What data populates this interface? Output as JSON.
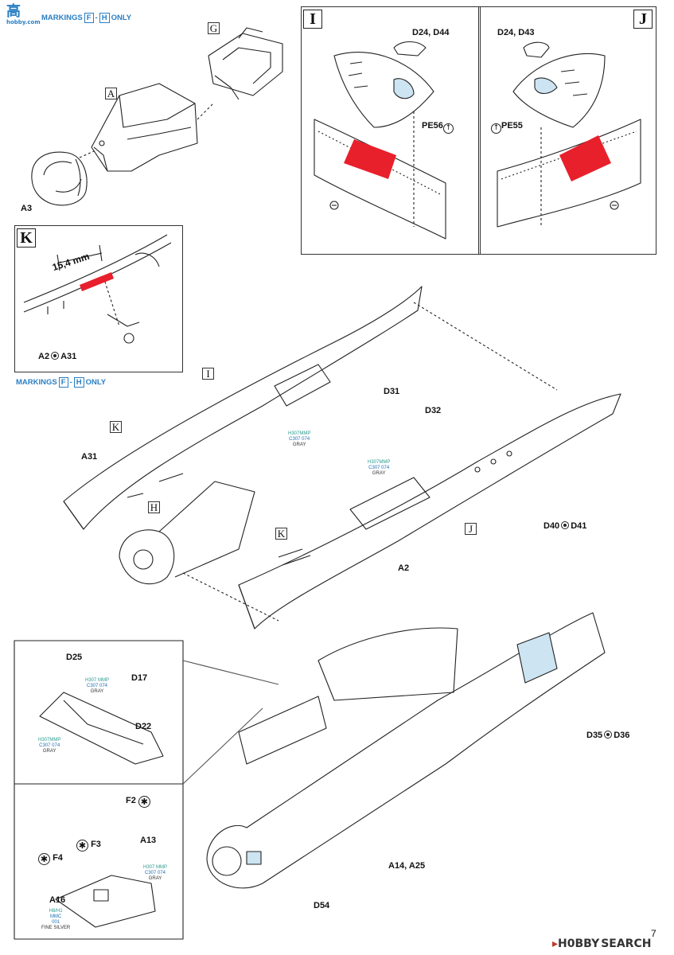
{
  "watermark": {
    "top": "高",
    "sub": "hobby.com"
  },
  "markings": {
    "prefix": "MARKINGS",
    "first": "F",
    "dash": "-",
    "second": "H",
    "suffix": "ONLY"
  },
  "step_labels": {
    "I": "I",
    "J": "J",
    "K": "K"
  },
  "sub_labels": {
    "A": "A",
    "G": "G",
    "I": "I",
    "K": "K",
    "H": "H",
    "J": "J"
  },
  "dimension": "15,4 mm",
  "parts": {
    "a3": "A3",
    "d24_d44": "D24, D44",
    "d24_d43": "D24, D43",
    "pe56": "PE56",
    "pe55": "PE55",
    "a2_a31": {
      "left": "A2",
      "right": "A31"
    },
    "d31": "D31",
    "d32": "D32",
    "a31": "A31",
    "d40_d41": {
      "left": "D40",
      "right": "D41"
    },
    "a2": "A2",
    "d25": "D25",
    "d17": "D17",
    "d22": "D22",
    "d35_d36": {
      "left": "D35",
      "right": "D36"
    },
    "f2": "F2",
    "f3": "F3",
    "f4": "F4",
    "a13": "A13",
    "a16": "A16",
    "a14_a25": "A14, A25",
    "d54": "D54"
  },
  "paint_gray": {
    "line1": "H307MMP",
    "line2": "C307 074",
    "line3": "GRAY"
  },
  "paint_gray_alt": {
    "line1": "H307 MMP",
    "line2": "C307 074",
    "line3": "GRAY"
  },
  "paint_silver": {
    "line1": "H8/H1",
    "line2": "MMC",
    "line3": "001",
    "line4": "FINE SILVER"
  },
  "page_number": "7",
  "brand": {
    "logo": "H0BBY",
    "search": "SEARCH"
  },
  "colors": {
    "red": "#e8202c",
    "blue": "#2a7fc4",
    "teal": "#2a9b8e",
    "line": "#222"
  }
}
